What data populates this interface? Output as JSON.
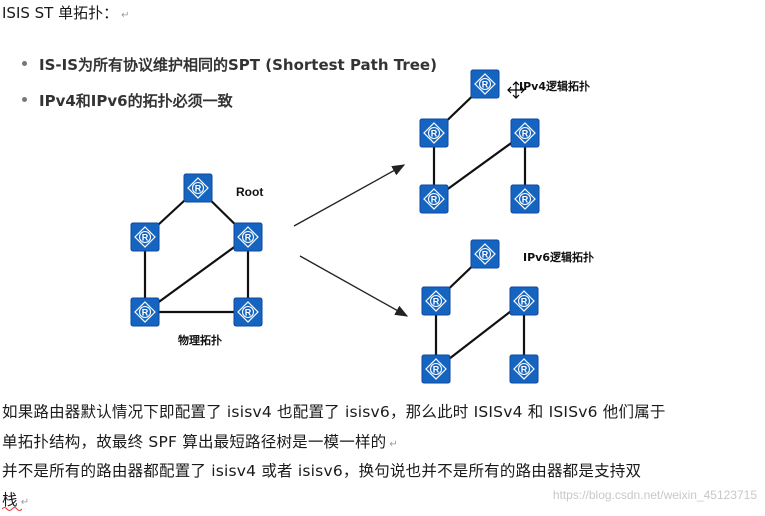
{
  "heading": {
    "text": "ISIS ST 单拓扑："
  },
  "bullets": [
    "IS-IS为所有协议维护相同的SPT (Shortest Path Tree)",
    "IPv4和IPv6的拓扑必须一致"
  ],
  "diagram": {
    "physical": {
      "label": "物理拓扑",
      "root_label": "Root"
    },
    "ipv4": {
      "label": "IPv4逻辑拓扑"
    },
    "ipv6": {
      "label": "IPv6逻辑拓扑"
    },
    "router_glyph": "R",
    "colors": {
      "router_fill": "#1565c0",
      "router_stroke": "#0d47a1",
      "link": "#111111"
    }
  },
  "body_lines": [
    "如果路由器默认情况下即配置了 isisv4 也配置了 isisv6，那么此时 ISISv4 和 ISISv6 他们属于",
    "单拓扑结构，故最终 SPF 算出最短路径树是一模一样的",
    "并不是所有的路由器都配置了 isisv4 或者 isisv6，换句说也并不是所有的路由器都是支持双",
    "栈"
  ],
  "watermark": "https://blog.csdn.net/weixin_45123715",
  "paragraph_mark": "↵"
}
